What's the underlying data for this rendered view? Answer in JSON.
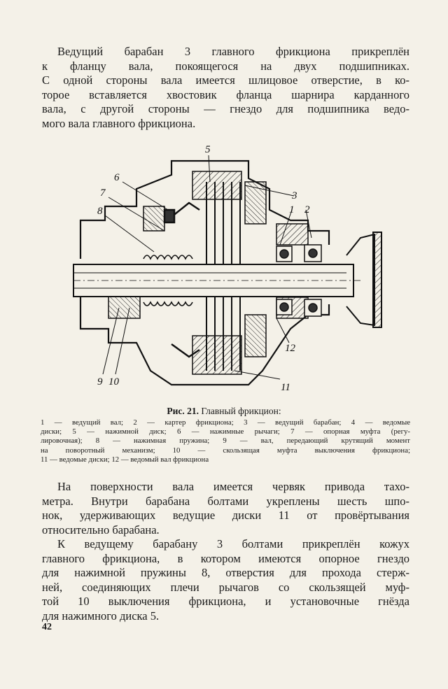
{
  "paragraph_1": [
    "Ведущий барабан 3 главного фрикциона прикреплён",
    "к фланцу вала, покоящегося на двух подшипниках.",
    "С одной стороны вала имеется шлицовое отверстие, в ко-",
    "торое вставляется хвостовик фланца шарнира карданного",
    "вала, с другой стороны — гнездо для подшипника ведо-",
    "мого вала главного фрикциона."
  ],
  "figure": {
    "callouts": [
      "5",
      "6",
      "7",
      "8",
      "3",
      "1",
      "2",
      "12",
      "11",
      "9",
      "10"
    ],
    "caption_prefix": "Рис. 21.",
    "caption_title": "Главный фрикцион:",
    "legend_lines": [
      "1 — ведущий вал; 2 — картер фрикциона; 3 — ведущий барабан; 4 — ведомые",
      "диски; 5 — нажимной диск; 6 — нажимные рычаги; 7 — опорная муфта (регу-",
      "лировочная); 8 — нажимная пружина; 9 — вал, передающий крутящий момент",
      "на поворотный механизм; 10 — скользящая муфта выключения фрикциона;",
      "11 — ведомые диски; 12 — ведомый вал фрикциона"
    ]
  },
  "paragraph_2": [
    "На поверхности вала имеется червяк привода тахо-",
    "метра. Внутри барабана болтами укреплены шесть шпо-",
    "нок, удерживающих ведущие диски 11 от провёртывания",
    "относительно барабана."
  ],
  "paragraph_3": [
    "К ведущему барабану 3 болтами прикреплён кожух",
    "главного фрикциона, в котором имеются опорное гнездо",
    "для нажимной пружины 8, отверстия для прохода стерж-",
    "ней, соединяющих плечи рычагов со скользящей муф-",
    "той 10 выключения фрикциона, и установочные гнёзда",
    "для нажимного диска 5."
  ],
  "page_number": "42"
}
